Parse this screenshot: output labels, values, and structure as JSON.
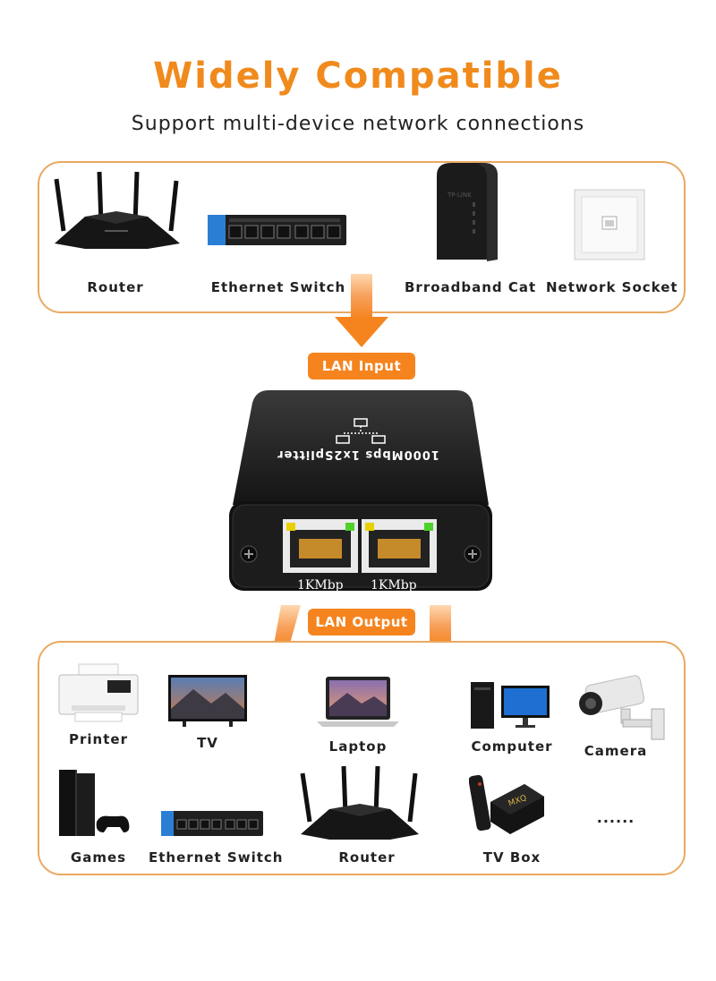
{
  "header": {
    "title": "Widely Compatible",
    "subtitle": "Support multi-device network connections"
  },
  "input_devices": [
    {
      "label": "Router",
      "icon": "router-icon"
    },
    {
      "label": "Ethernet Switch",
      "icon": "ethernet-switch-icon"
    },
    {
      "label": "Brroadband Cat",
      "icon": "broadband-modem-icon"
    },
    {
      "label": "Network Socket",
      "icon": "network-socket-icon"
    }
  ],
  "badges": {
    "input": "LAN Input",
    "output": "LAN Output"
  },
  "splitter": {
    "name": "1000Mbps 1x2Splitter",
    "port_left": "1KMbp",
    "port_right": "1KMbp"
  },
  "output_devices": [
    {
      "label": "Printer",
      "icon": "printer-icon"
    },
    {
      "label": "TV",
      "icon": "tv-icon"
    },
    {
      "label": "Laptop",
      "icon": "laptop-icon"
    },
    {
      "label": "Computer",
      "icon": "computer-icon"
    },
    {
      "label": "Camera",
      "icon": "camera-icon"
    },
    {
      "label": "Games",
      "icon": "game-console-icon"
    },
    {
      "label": "Ethernet Switch",
      "icon": "ethernet-switch-icon"
    },
    {
      "label": "Router",
      "icon": "router-icon"
    },
    {
      "label": "TV Box",
      "icon": "tv-box-icon"
    },
    {
      "label": "......",
      "icon": "more-icon"
    }
  ],
  "colors": {
    "accent": "#f5841f",
    "title": "#f08a1c",
    "panel_border": "#e9a962"
  }
}
